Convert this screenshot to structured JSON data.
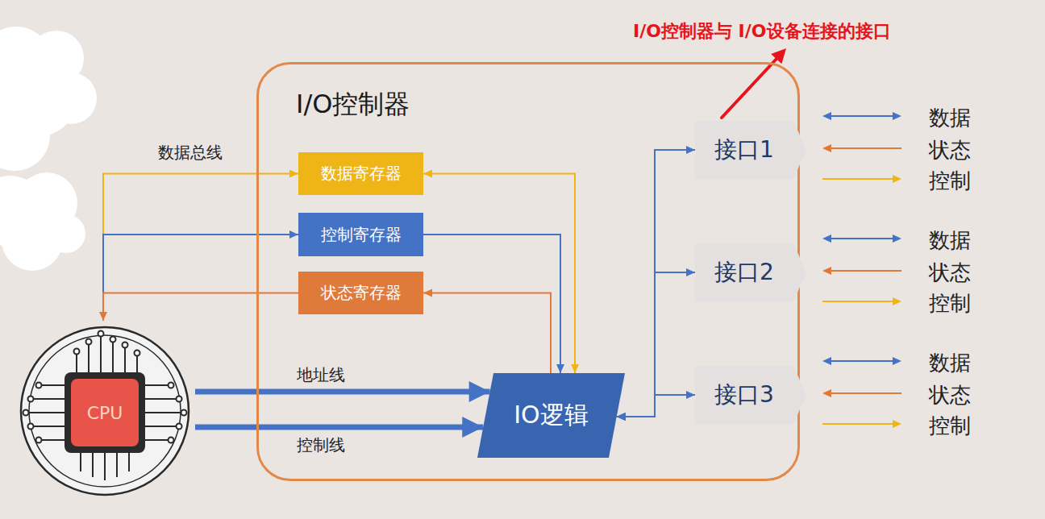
{
  "diagram": {
    "nodes": [
      {
        "text": [
          "I/O控制器"
        ]
      },
      {
        "text": [
          "数据寄存器"
        ],
        "in": 0
      },
      {
        "text": [
          "控制寄存器"
        ],
        "in": 0
      },
      {
        "text": [
          "状态寄存器"
        ],
        "in": 0
      },
      {
        "text": [
          "IO逻辑"
        ],
        "in": 0
      },
      {
        "text": [
          "接口1"
        ],
        "in": 0
      },
      {
        "text": [
          "接口2"
        ],
        "in": 0
      },
      {
        "text": [
          "接口3"
        ],
        "in": 0
      },
      {
        "text": [
          "CPU"
        ]
      }
    ],
    "edges": [
      {
        "from": 8,
        "to": 1,
        "arrow": "to"
      },
      {
        "from": 8,
        "to": 2,
        "arrow": "to"
      },
      {
        "from": 3,
        "to": 8,
        "arrow": "to"
      },
      {
        "from": 1,
        "to": 4,
        "arrow": "both"
      },
      {
        "from": 2,
        "to": 4,
        "arrow": "to"
      },
      {
        "from": 4,
        "to": 3,
        "arrow": "to"
      },
      {
        "from": 8,
        "to": 4,
        "label": "地址线",
        "arrow": "to"
      },
      {
        "from": 8,
        "to": 4,
        "label": "控制线",
        "arrow": "to"
      },
      {
        "from": 4,
        "to": 5,
        "arrow": "both"
      },
      {
        "from": 4,
        "to": 6,
        "arrow": "both"
      },
      {
        "from": 4,
        "to": 7,
        "arrow": "both"
      }
    ],
    "labels": [
      "I/O控制器与 I/O设备连接的接口",
      "数据总线",
      "数据",
      "状态",
      "控制",
      "数据",
      "状态",
      "控制",
      "数据",
      "状态",
      "控制"
    ]
  }
}
